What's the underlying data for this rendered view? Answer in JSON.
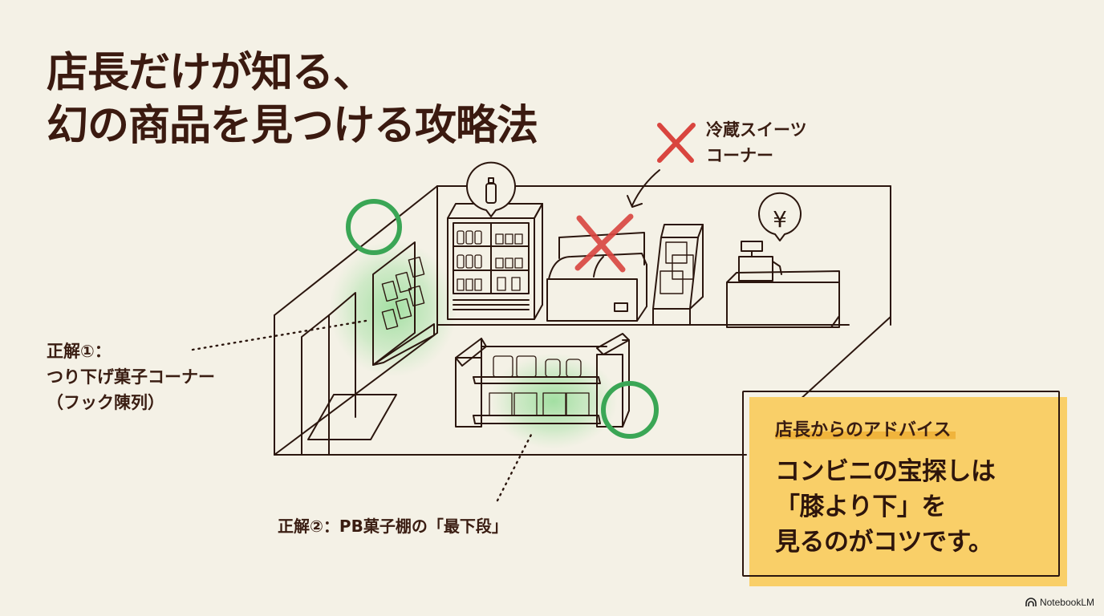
{
  "title": {
    "line1": "店長だけが知る、",
    "line2": "幻の商品を見つける攻略法"
  },
  "callouts": {
    "wrong": {
      "line1": "冷蔵スイーツ",
      "line2": "コーナー",
      "marker": "x-mark",
      "color": "#d9453f"
    },
    "answer1": {
      "line1": "正解①：",
      "line2": "つり下げ菓子コーナー",
      "line3": "（フック陳列）",
      "marker": "circle",
      "color": "#3aa655"
    },
    "answer2": {
      "text": "正解②：PB菓子棚の「最下段」",
      "marker": "circle",
      "color": "#3aa655"
    }
  },
  "scene": {
    "bubbles": [
      {
        "name": "drink-bubble",
        "icon": "bottle-icon"
      },
      {
        "name": "register-bubble",
        "icon": "yen-icon",
        "glyph": "¥"
      }
    ]
  },
  "advice": {
    "heading": "店長からのアドバイス",
    "line1": "コンビニの宝探しは",
    "line2": "「膝より下」を",
    "line3": "見るのがコツです。",
    "bg_color": "#f9cf68",
    "highlight_color": "#f0b43c"
  },
  "branding": {
    "label": "NotebookLM"
  },
  "colors": {
    "background": "#f4f1e6",
    "ink": "#2b160e",
    "green": "#3aa655",
    "red": "#d9453f"
  }
}
